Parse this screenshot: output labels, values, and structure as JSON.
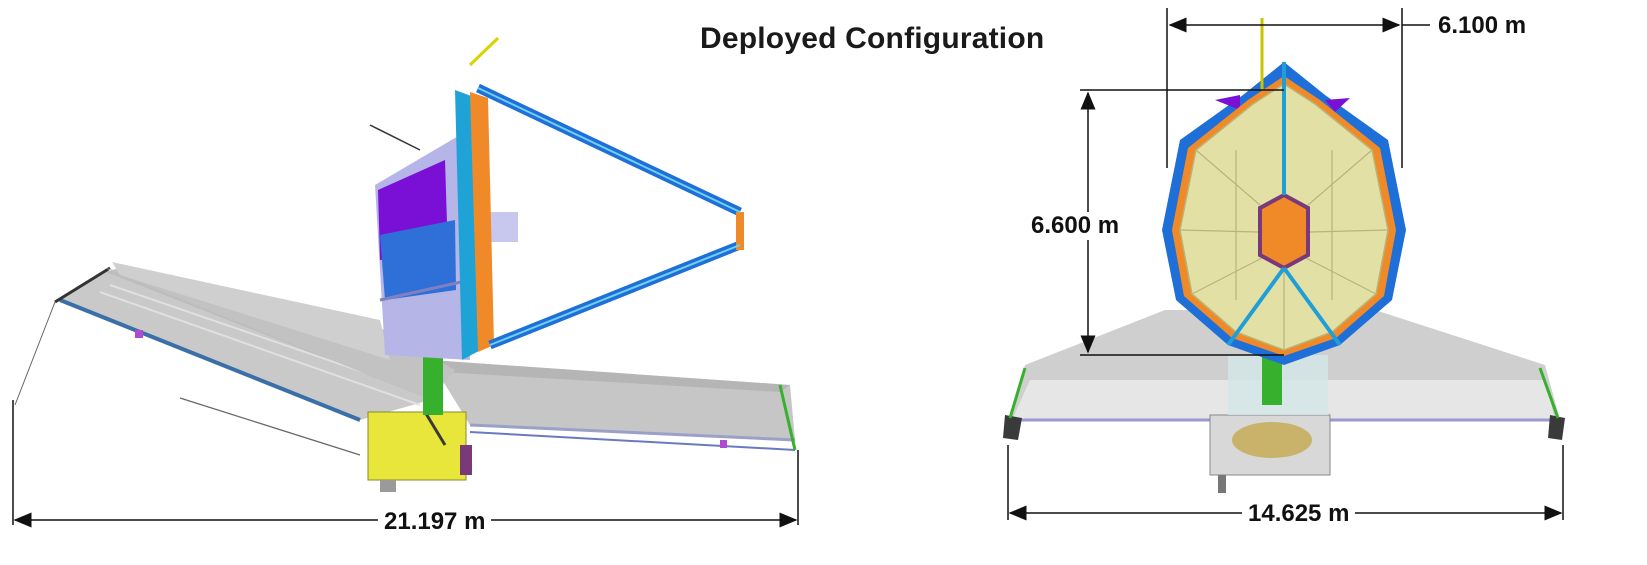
{
  "title": "Deployed Configuration",
  "dimensions": {
    "side_span": "21.197 m",
    "front_span": "14.625 m",
    "mirror_width": "6.100 m",
    "mirror_height": "6.600 m"
  },
  "colors": {
    "sunshield": "#c4c4c4",
    "mirror_segment": "#e3e0a6",
    "mirror_frame": "#2f7fd8",
    "isim": "#7a10d6",
    "bus": "#e8e63a",
    "strut": "#1f9fd6",
    "tower": "#37b12d",
    "backplane_orange": "#f08a28"
  }
}
